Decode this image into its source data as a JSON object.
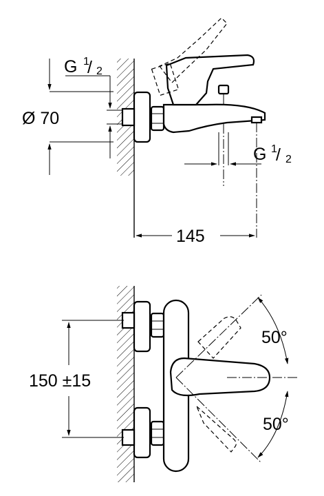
{
  "top_view": {
    "thread_left": {
      "letter": "G",
      "num": "1",
      "den": "2"
    },
    "diameter_label": "Ø 70",
    "thread_right": {
      "letter": "G",
      "num": "1",
      "den": "2"
    },
    "projection_label": "145"
  },
  "front_view": {
    "distance_label": "150 ±15",
    "angle_up_label": "50°",
    "angle_down_label": "50°"
  }
}
